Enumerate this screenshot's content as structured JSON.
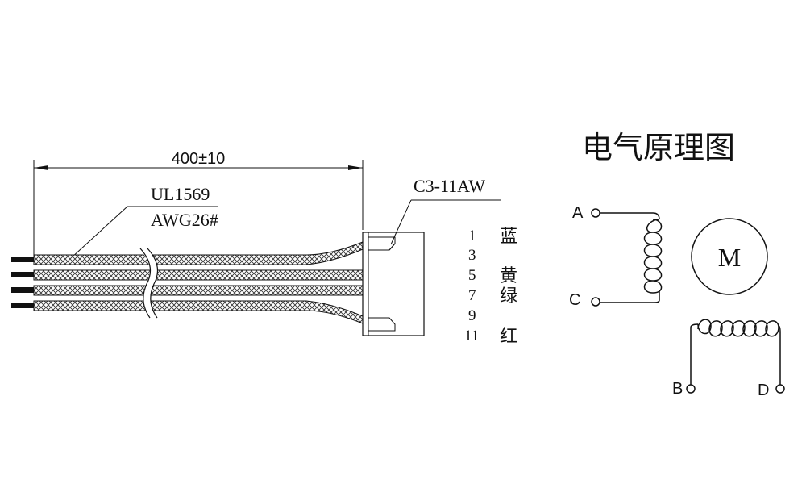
{
  "cable": {
    "length_label": "400±10",
    "wire_type_label": "UL1569",
    "gauge_label": "AWG26#",
    "connector_label": "C3-11AW"
  },
  "pins": [
    {
      "number": "1",
      "color": "蓝"
    },
    {
      "number": "3",
      "color": ""
    },
    {
      "number": "5",
      "color": "黄"
    },
    {
      "number": "7",
      "color": "绿"
    },
    {
      "number": "9",
      "color": ""
    },
    {
      "number": "11",
      "color": "红"
    }
  ],
  "schematic": {
    "title": "电气原理图",
    "motor_label": "M",
    "terminal_a": "A",
    "terminal_b": "B",
    "terminal_c": "C",
    "terminal_d": "D"
  }
}
